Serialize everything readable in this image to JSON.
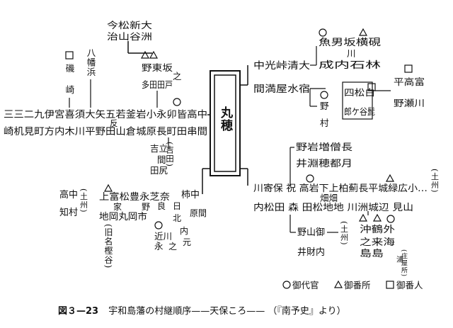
{
  "center": "丸穂",
  "left_chain_top": "三三二九伊宮喜須大矢五若釜岩小永卯皆高中",
  "left_chain_bottom": "崎机見町方内木川平野田山倉城原長町田串間",
  "left_branch": {
    "top_group": [
      "今松新大",
      "治山谷洲"
    ],
    "iso": "磯",
    "saki": "崎",
    "hachiman": "八幡浜",
    "no_top": "野東坂",
    "no_bottom": "多田田戸",
    "u_no": "之",
    "hanten": "反",
    "yoshi": "吉立",
    "ta": "田尻",
    "kama": "間",
    "yoshida": "(吉田)"
  },
  "right_top": {
    "main": "中光峠清大",
    "v_uo": "魚男坂横硯",
    "v_sub1": "川",
    "v_sub2": "成内石林",
    "mamatei": "間満屋水宿",
    "no": "野",
    "mura": "村",
    "shi": "四松白",
    "shi2": "郎ケ谷髭",
    "taira": "平高富",
    "taira2": "野瀬川"
  },
  "right_bottom": {
    "noiwa": "野岩増僧長",
    "ifuchi": "井淵穂都月",
    "main": "川寄保 祝 高岩下上柏薊長平城緑広小…",
    "sub": "内松田 森 田松地地 川洲城辺 見山",
    "hata": "畑畑",
    "uwa": "(土州)",
    "noyama": "野山御",
    "izai": "井財内",
    "uwa2": "(土州)",
    "okitsuru": "沖鶴外",
    "shima": "之来海",
    "shima2": "島島",
    "shouya": "(庄屋所)",
    "ura": "浦"
  },
  "bottom_left": {
    "takanaka": "高中",
    "chishi": "知村",
    "tosa": "(土州)",
    "kami": "上富松豊永芝奈",
    "chi": "家",
    "chi2": "地岡丸岡市",
    "no": "野",
    "ra": "良",
    "kaki": "柿中",
    "hi": "日",
    "kita": "北",
    "ogawa": "近川",
    "nagae": "永",
    "hachi": "之",
    "uchi": "内",
    "hara": "原間",
    "moto": "元",
    "kyu": "(旧名樫谷)"
  },
  "legend": {
    "daikan": "御代官",
    "bansho": "御番所",
    "bannin": "御番人"
  },
  "caption": {
    "fig": "図３—23",
    "title": "宇和島藩の村継順序——天保ころ——",
    "source": "（『南予史』より）"
  }
}
